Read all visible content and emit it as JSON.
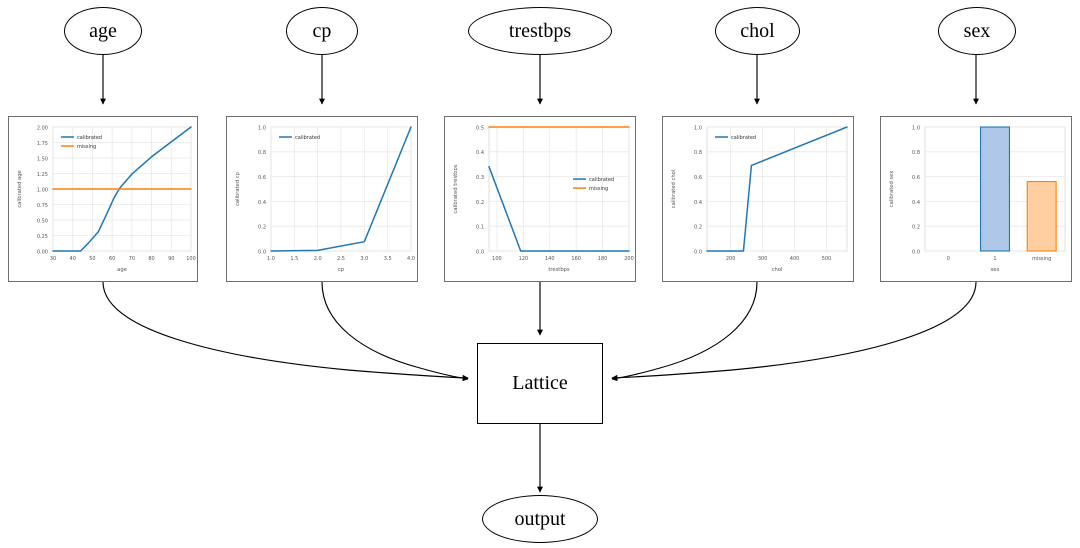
{
  "graph": {
    "input_nodes": [
      {
        "id": "age",
        "label": "age"
      },
      {
        "id": "cp",
        "label": "cp"
      },
      {
        "id": "trestbps",
        "label": "trestbps"
      },
      {
        "id": "chol",
        "label": "chol"
      },
      {
        "id": "sex",
        "label": "sex"
      }
    ],
    "lattice_label": "Lattice",
    "output_label": "output",
    "edge_color": "#000000"
  },
  "palette": {
    "calibrated": "#1f77b4",
    "missing": "#ff7f0e",
    "bar_blue_face": "#aec7e8",
    "bar_blue_edge": "#1f77b4",
    "bar_orange_face": "#ffcfa0",
    "bar_orange_edge": "#ff7f0e",
    "grid": "#e8e8e8",
    "axis_text": "#555555",
    "panel_border": "#6e6e6e",
    "plot_border": "#d8d8d8"
  },
  "legend_labels": {
    "calibrated": "calibrated",
    "missing": "missing"
  },
  "chart_data": [
    {
      "id": "age",
      "type": "line",
      "title": "",
      "xlabel": "age",
      "ylabel": "calibrated age",
      "xlim": [
        30,
        100
      ],
      "ylim": [
        0.0,
        2.0
      ],
      "xticks": [
        30,
        40,
        50,
        60,
        70,
        80,
        90,
        100
      ],
      "xticklabels": [
        "30",
        "40",
        "50",
        "60",
        "70",
        "80",
        "90",
        "100"
      ],
      "yticks": [
        0.0,
        0.25,
        0.5,
        0.75,
        1.0,
        1.25,
        1.5,
        1.75,
        2.0
      ],
      "yticklabels": [
        "0.00",
        "0.25",
        "0.50",
        "0.75",
        "1.00",
        "1.25",
        "1.50",
        "1.75",
        "2.00"
      ],
      "grid": true,
      "legend_position": "upper-left",
      "series": [
        {
          "name": "calibrated",
          "color": "#1f77b4",
          "x": [
            30,
            44,
            48,
            53,
            57,
            61,
            64,
            70,
            80,
            90,
            100
          ],
          "y": [
            0.0,
            0.0,
            0.13,
            0.31,
            0.58,
            0.86,
            1.02,
            1.24,
            1.52,
            1.76,
            2.0
          ]
        },
        {
          "name": "missing",
          "color": "#ff7f0e",
          "x": [
            30,
            100
          ],
          "y": [
            1.0,
            1.0
          ]
        }
      ]
    },
    {
      "id": "cp",
      "type": "line",
      "title": "",
      "xlabel": "cp",
      "ylabel": "calibrated cp",
      "xlim": [
        1.0,
        4.0
      ],
      "ylim": [
        0.0,
        1.0
      ],
      "xticks": [
        1.0,
        1.5,
        2.0,
        2.5,
        3.0,
        3.5,
        4.0
      ],
      "xticklabels": [
        "1.0",
        "1.5",
        "2.0",
        "2.5",
        "3.0",
        "3.5",
        "4.0"
      ],
      "yticks": [
        0.0,
        0.2,
        0.4,
        0.6,
        0.8,
        1.0
      ],
      "yticklabels": [
        "0.0",
        "0.2",
        "0.4",
        "0.6",
        "0.8",
        "1.0"
      ],
      "grid": true,
      "legend_position": "upper-left",
      "series": [
        {
          "name": "calibrated",
          "color": "#1f77b4",
          "x": [
            1.0,
            2.0,
            3.0,
            4.0
          ],
          "y": [
            0.0,
            0.005,
            0.075,
            1.0
          ]
        }
      ]
    },
    {
      "id": "trestbps",
      "type": "line",
      "title": "",
      "xlabel": "trestbps",
      "ylabel": "calibrated trestbps",
      "xlim": [
        94,
        200
      ],
      "ylim": [
        0.0,
        0.5
      ],
      "xticks": [
        100,
        120,
        140,
        160,
        180,
        200
      ],
      "xticklabels": [
        "100",
        "120",
        "140",
        "160",
        "180",
        "200"
      ],
      "yticks": [
        0.0,
        0.1,
        0.2,
        0.3,
        0.4,
        0.5
      ],
      "yticklabels": [
        "0.0",
        "0.1",
        "0.2",
        "0.3",
        "0.4",
        "0.5"
      ],
      "grid": true,
      "legend_position": "center-right",
      "series": [
        {
          "name": "calibrated",
          "color": "#1f77b4",
          "x": [
            94,
            118,
            200
          ],
          "y": [
            0.34,
            0.0,
            0.0
          ]
        },
        {
          "name": "missing",
          "color": "#ff7f0e",
          "x": [
            94,
            200
          ],
          "y": [
            0.5,
            0.5
          ]
        }
      ]
    },
    {
      "id": "chol",
      "type": "line",
      "title": "",
      "xlabel": "chol",
      "ylabel": "calibrated chol",
      "xlim": [
        126,
        564
      ],
      "ylim": [
        0.0,
        1.0
      ],
      "xticks": [
        200,
        300,
        400,
        500
      ],
      "xticklabels": [
        "200",
        "300",
        "400",
        "500"
      ],
      "yticks": [
        0.0,
        0.2,
        0.4,
        0.6,
        0.8,
        1.0
      ],
      "yticklabels": [
        "0.0",
        "0.2",
        "0.4",
        "0.6",
        "0.8",
        "1.0"
      ],
      "grid": true,
      "legend_position": "upper-left",
      "series": [
        {
          "name": "calibrated",
          "color": "#1f77b4",
          "x": [
            126,
            240,
            265,
            564
          ],
          "y": [
            0.0,
            0.0,
            0.69,
            1.0
          ]
        }
      ]
    },
    {
      "id": "sex",
      "type": "bar",
      "title": "",
      "xlabel": "sex",
      "ylabel": "calibrated sex",
      "categories": [
        "0",
        "1",
        "missing"
      ],
      "values": [
        0.0,
        1.0,
        0.56
      ],
      "bar_colors": [
        "#aec7e8",
        "#aec7e8",
        "#ffcfa0"
      ],
      "bar_edge_colors": [
        "#1f77b4",
        "#1f77b4",
        "#ff7f0e"
      ],
      "ylim": [
        0.0,
        1.0
      ],
      "yticks": [
        0.0,
        0.2,
        0.4,
        0.6,
        0.8,
        1.0
      ],
      "yticklabels": [
        "0.0",
        "0.2",
        "0.4",
        "0.6",
        "0.8",
        "1.0"
      ],
      "grid": true,
      "legend_position": "none"
    }
  ]
}
